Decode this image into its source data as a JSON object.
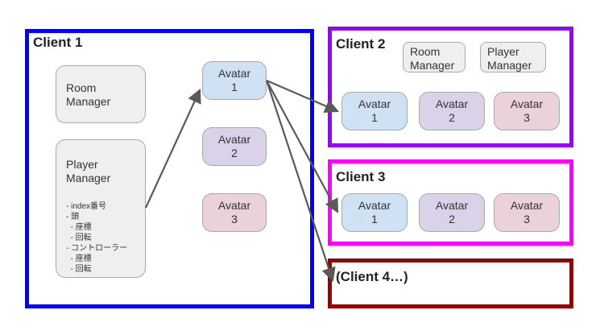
{
  "client1": {
    "title": "Client 1",
    "room_manager": [
      "Room",
      "Manager"
    ],
    "player_manager": [
      "Player",
      "Manager"
    ],
    "player_details": [
      "- index番号",
      "- 頭",
      "  - 座標",
      "  - 回転",
      "- コントローラー",
      "  - 座標",
      "  - 回転"
    ],
    "avatars": [
      {
        "name": "Avatar",
        "num": "1"
      },
      {
        "name": "Avatar",
        "num": "2"
      },
      {
        "name": "Avatar",
        "num": "3"
      }
    ]
  },
  "client2": {
    "title": "Client 2",
    "room_manager": [
      "Room",
      "Manager"
    ],
    "player_manager": [
      "Player",
      "Manager"
    ],
    "avatars": [
      {
        "name": "Avatar",
        "num": "1"
      },
      {
        "name": "Avatar",
        "num": "2"
      },
      {
        "name": "Avatar",
        "num": "3"
      }
    ]
  },
  "client3": {
    "title": "Client 3",
    "avatars": [
      {
        "name": "Avatar",
        "num": "1"
      },
      {
        "name": "Avatar",
        "num": "2"
      },
      {
        "name": "Avatar",
        "num": "3"
      }
    ]
  },
  "client4": {
    "title": "(Client 4…)"
  },
  "colors": {
    "client1_border": "#0000ff",
    "client2_border": "#9900ff",
    "client3_border": "#ff00ff",
    "client4_border": "#990000",
    "arrow": "#595959",
    "avatar1_fill": "#cfe2f3",
    "avatar2_fill": "#d9d2e9",
    "avatar3_fill": "#ead1dc",
    "manager_fill": "#efefef"
  }
}
